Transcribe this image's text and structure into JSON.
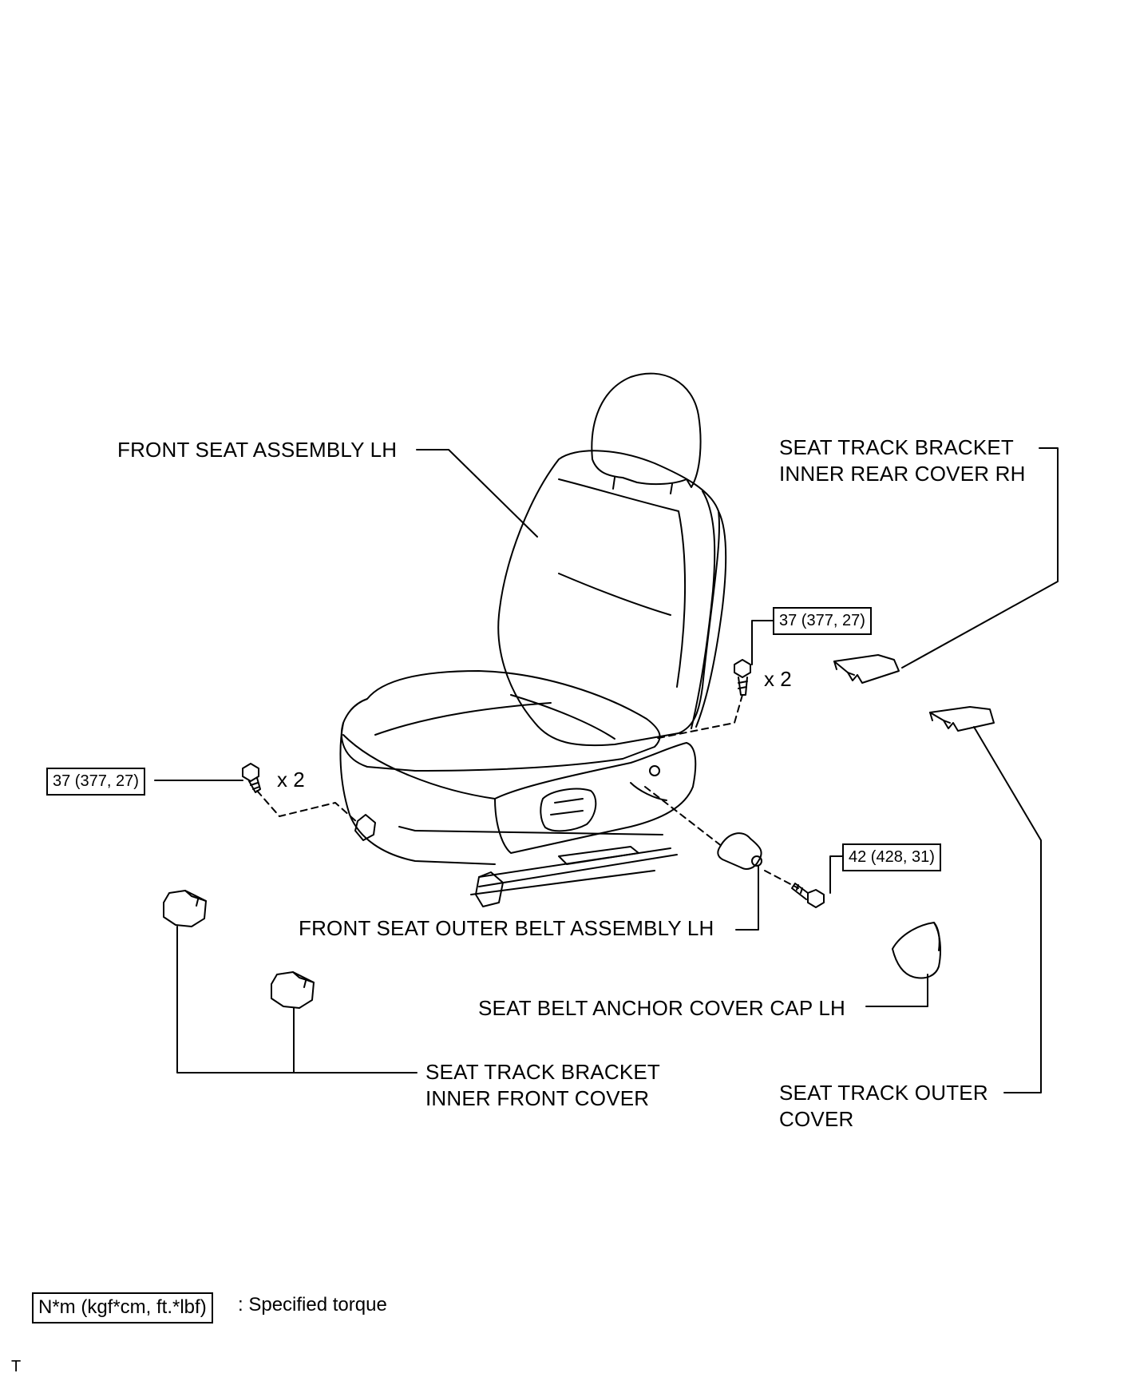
{
  "labels": {
    "front_seat": "FRONT SEAT ASSEMBLY LH",
    "rear_cover_rh_l1": "SEAT TRACK BRACKET",
    "rear_cover_rh_l2": "INNER REAR COVER RH",
    "outer_belt": "FRONT SEAT OUTER BELT ASSEMBLY LH",
    "anchor_cap": "SEAT BELT ANCHOR COVER CAP LH",
    "inner_front_l1": "SEAT TRACK BRACKET",
    "inner_front_l2": "INNER FRONT COVER",
    "outer_cover_l1": "SEAT TRACK OUTER",
    "outer_cover_l2": "COVER"
  },
  "torques": {
    "rear_bolts": "37 (377, 27)",
    "front_bolts": "37 (377, 27)",
    "belt_bolt": "42 (428, 31)"
  },
  "quantities": {
    "rear_bolts": "x 2",
    "front_bolts": "x 2"
  },
  "legend": {
    "unit_box": "N*m (kgf*cm, ft.*lbf)",
    "unit_desc": ": Specified torque"
  },
  "corner_mark": "T"
}
